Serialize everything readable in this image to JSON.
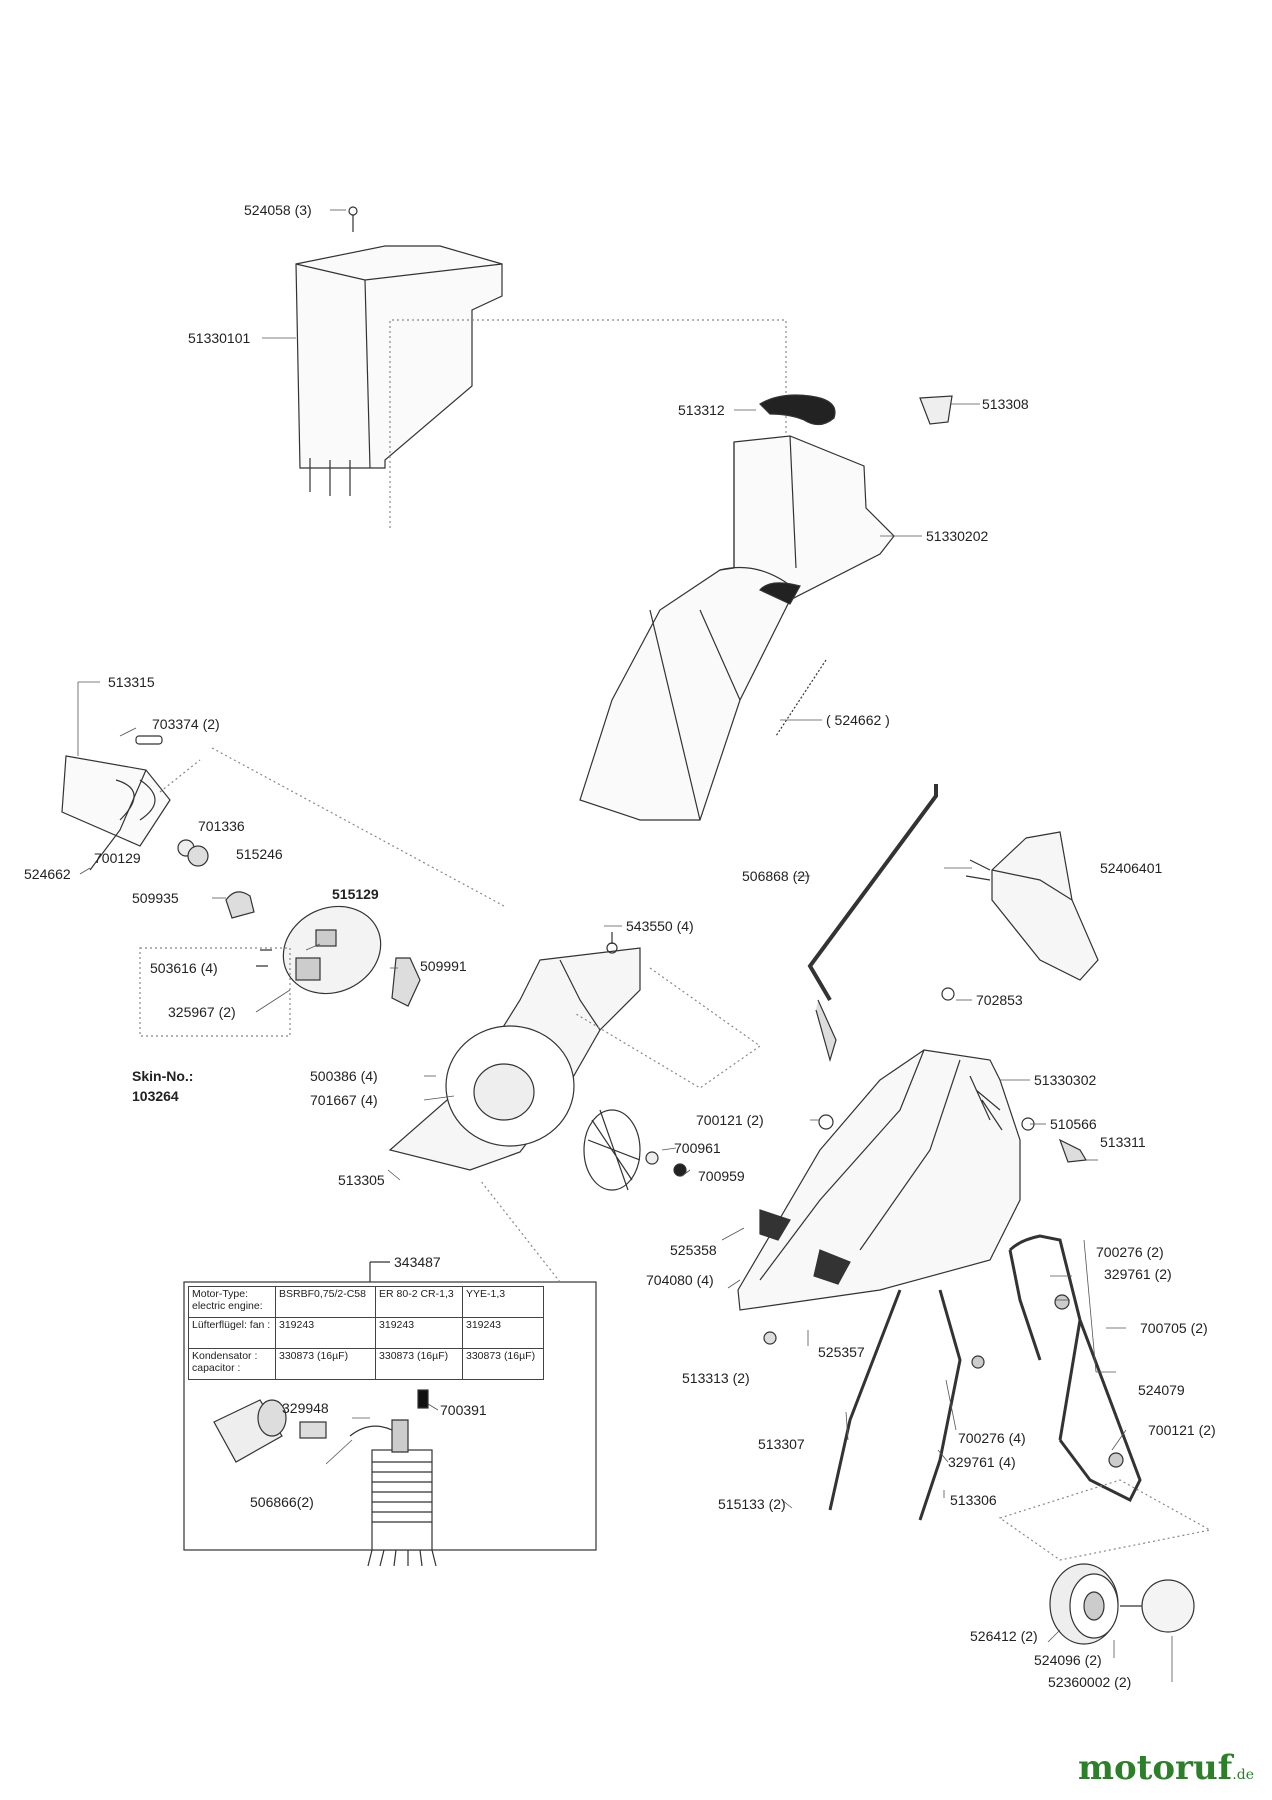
{
  "parts": {
    "p524058": "524058 (3)",
    "p51330101": "51330101",
    "p513312": "513312",
    "p513308": "513308",
    "p51330202": "51330202",
    "p524662a": "( 524662 )",
    "p513315": "513315",
    "p703374": "703374 (2)",
    "p524662b": "524662",
    "p701336": "701336",
    "p700129": "700129",
    "p515246": "515246",
    "p509935": "509935",
    "p515129": "515129",
    "p543550": "543550 (4)",
    "p503616": "503616 (4)",
    "p509991": "509991",
    "p325967": "325967 (2)",
    "p506868": "506868 (2)",
    "p52406401": "52406401",
    "p702853": "702853",
    "p500386": "500386 (4)",
    "p701667": "701667 (4)",
    "p51330302": "51330302",
    "p700121a": "700121 (2)",
    "p510566": "510566",
    "p700961": "700961",
    "p513311": "513311",
    "p700959": "700959",
    "p513305": "513305",
    "p525358": "525358",
    "p700276a": "700276 (2)",
    "p343487": "343487",
    "p704080": "704080 (4)",
    "p329761a": "329761 (2)",
    "p700705": "700705 (2)",
    "p525357": "525357",
    "p513313": "513313 (2)",
    "p524079": "524079",
    "p329948": "329948",
    "p700391": "700391",
    "p513307": "513307",
    "p700276b": "700276 (4)",
    "p700121b": "700121 (2)",
    "p329761b": "329761 (4)",
    "p506866": "506866(2)",
    "p515133": "515133 (2)",
    "p513306": "513306",
    "p526412": "526412 (2)",
    "p524096": "524096 (2)",
    "p52360002": "52360002 (2)"
  },
  "skin": {
    "label": "Skin-No.:",
    "number": "103264"
  },
  "motor_table": {
    "rows": [
      {
        "head": "Motor-Type: electric engine:",
        "c1": "BSRBF0,75/2-C58",
        "c2": "ER 80-2 CR-1,3",
        "c3": "YYE-1,3"
      },
      {
        "head": "Lüfterflügel: fan :",
        "c1": "319243",
        "c2": "319243",
        "c3": "319243"
      },
      {
        "head": "Kondensator : capacitor :",
        "c1": "330873 (16µF)",
        "c2": "330873 (16µF)",
        "c3": "330873 (16µF)"
      }
    ]
  },
  "brand": {
    "name": "motoruf",
    "suffix": ".de"
  }
}
